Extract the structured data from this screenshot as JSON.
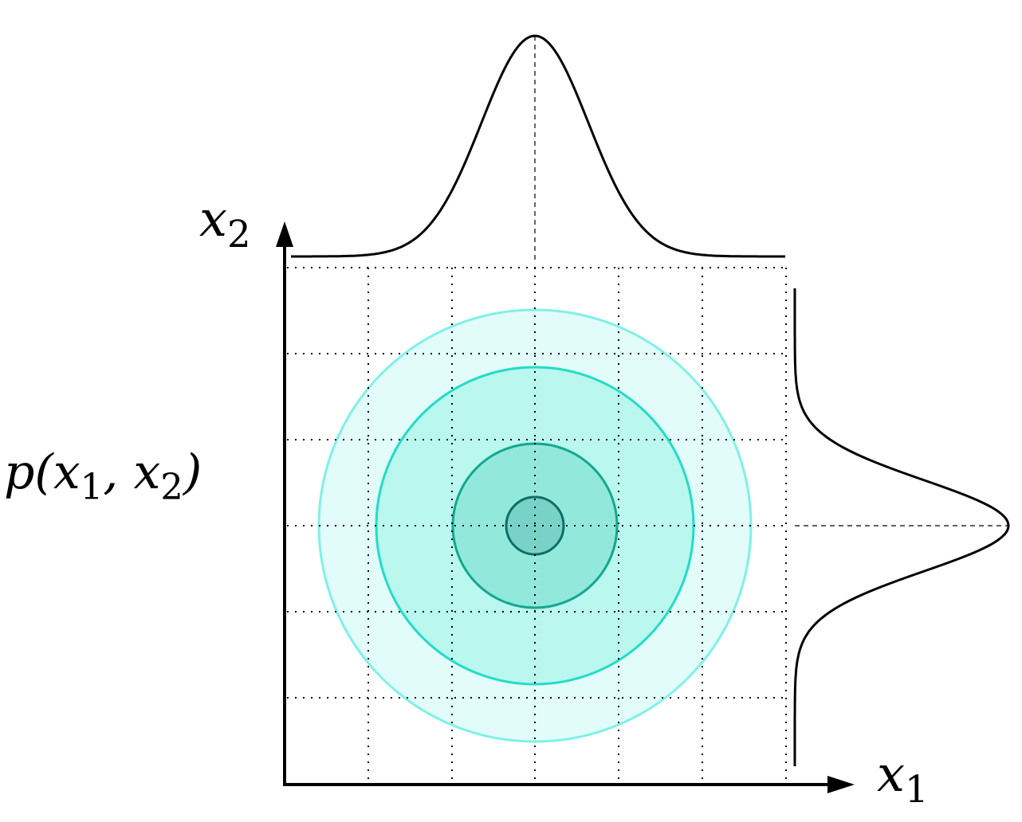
{
  "labels": {
    "x2_var": "x",
    "x2_sub": "2",
    "x1_var": "x",
    "x1_sub": "1",
    "joint_prefix": "p(x",
    "joint_sub1": "1",
    "joint_mid": ", x",
    "joint_sub2": "2",
    "joint_suffix": ")"
  },
  "contours": [
    {
      "level": "outer",
      "fill": "#e1fcf9",
      "stroke": "#7ff1e6"
    },
    {
      "level": "second",
      "fill": "#b9f7ef",
      "stroke": "#22dcc6"
    },
    {
      "level": "third",
      "fill": "#93e8dc",
      "stroke": "#12a88f"
    },
    {
      "level": "inner",
      "fill": "#78d2c7",
      "stroke": "#0e6f64"
    }
  ]
}
